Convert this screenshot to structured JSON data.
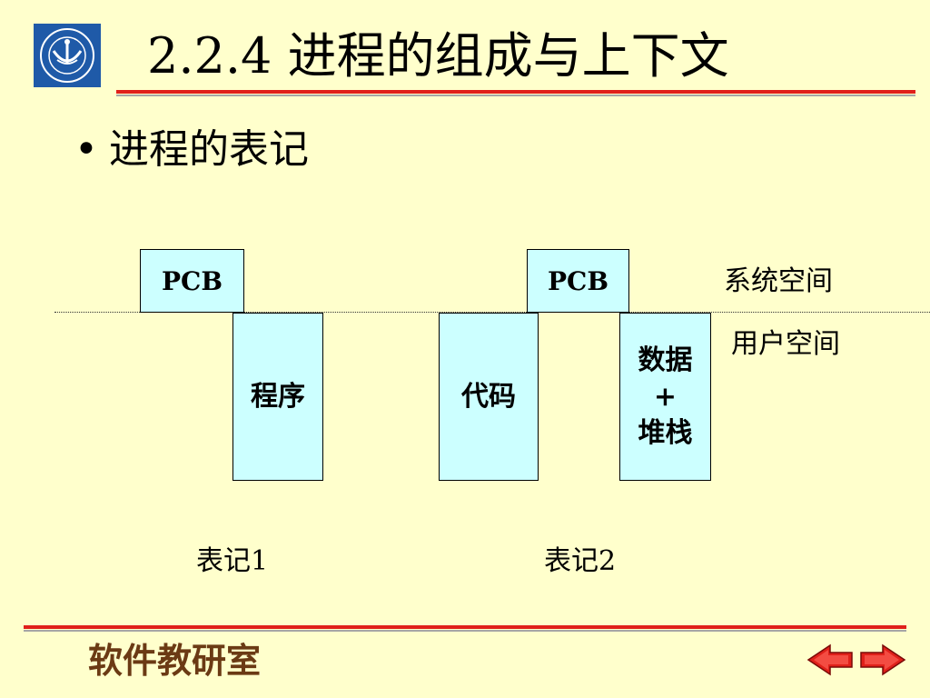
{
  "header": {
    "logo_icon": "university-emblem-icon",
    "title": "2.2.4 进程的组成与上下文"
  },
  "bullet": {
    "text": "进程的表记"
  },
  "diagram": {
    "representation1": {
      "pcb": "PCB",
      "program": "程序",
      "caption": "表记1"
    },
    "representation2": {
      "pcb": "PCB",
      "code": "代码",
      "data_line1": "数据",
      "data_line2": "+",
      "data_line3": "堆栈",
      "caption": "表记2"
    },
    "system_space": "系统空间",
    "user_space": "用户空间"
  },
  "footer": {
    "text": "软件教研室",
    "prev_icon": "arrow-left-icon",
    "next_icon": "arrow-right-icon"
  },
  "colors": {
    "background": "#FFFFCC",
    "box_fill": "#CCFFFF",
    "accent_red": "#E0201A",
    "footer_text": "#6B3A14"
  }
}
